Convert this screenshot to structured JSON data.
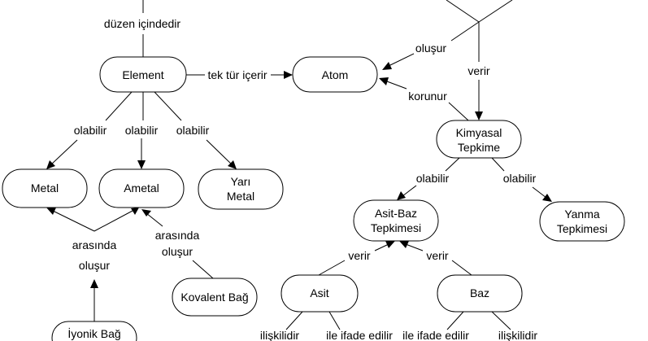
{
  "nodes": {
    "element": "Element",
    "atom": "Atom",
    "metal": "Metal",
    "ametal": "Ametal",
    "yari_metal_1": "Yarı",
    "yari_metal_2": "Metal",
    "kimyasal_1": "Kimyasal",
    "kimyasal_2": "Tepkime",
    "asitbaz_1": "Asit-Baz",
    "asitbaz_2": "Tepkimesi",
    "yanma_1": "Yanma",
    "yanma_2": "Tepkimesi",
    "asit": "Asit",
    "baz": "Baz",
    "kovalent": "Kovalent Bağ",
    "iyonik": "İyonik Bağ"
  },
  "edges": {
    "duzen": "düzen içindedir",
    "tek_tur": "tek tür içerir",
    "olabilir_metal": "olabilir",
    "olabilir_ametal": "olabilir",
    "olabilir_yari": "olabilir",
    "olusur_atom": "oluşur",
    "verir_tepkime": "verir",
    "korunur": "korunur",
    "olabilir_asitbaz": "olabilir",
    "olabilir_yanma": "olabilir",
    "arasinda_1_a": "arasında",
    "arasinda_1_b": "oluşur",
    "arasinda_2_a": "arasında",
    "arasinda_2_b": "oluşur",
    "verir_asit": "verir",
    "verir_baz": "verir",
    "iliskilidir_1": "ilişkilidir",
    "ile_ifade_1": "ile ifade edilir",
    "ile_ifade_2": "ile ifade edilir",
    "iliskilidir_2": "ilişkilidir"
  }
}
